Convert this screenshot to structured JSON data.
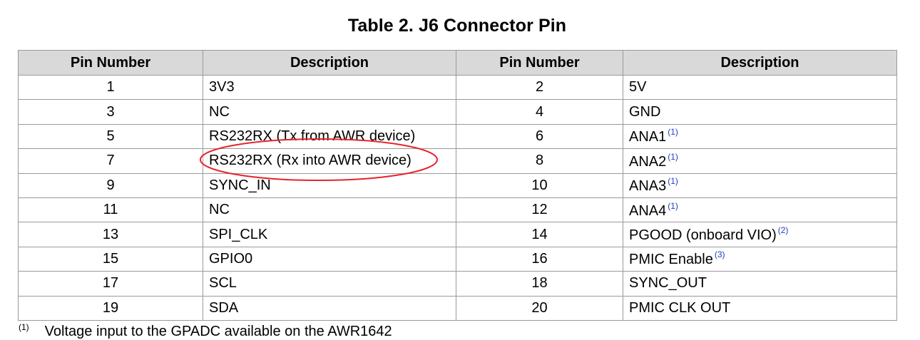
{
  "title": "Table 2. J6 Connector Pin",
  "headers": [
    "Pin Number",
    "Description",
    "Pin Number",
    "Description"
  ],
  "rows": [
    {
      "pin_a": "1",
      "desc_a": "3V3",
      "pin_b": "2",
      "desc_b": "5V",
      "note_b": ""
    },
    {
      "pin_a": "3",
      "desc_a": "NC",
      "pin_b": "4",
      "desc_b": "GND",
      "note_b": ""
    },
    {
      "pin_a": "5",
      "desc_a": "RS232RX (Tx from AWR device)",
      "pin_b": "6",
      "desc_b": "ANA1",
      "note_b": "(1)"
    },
    {
      "pin_a": "7",
      "desc_a": "RS232RX (Rx into AWR device)",
      "pin_b": "8",
      "desc_b": "ANA2",
      "note_b": "(1)"
    },
    {
      "pin_a": "9",
      "desc_a": "SYNC_IN",
      "pin_b": "10",
      "desc_b": "ANA3",
      "note_b": "(1)"
    },
    {
      "pin_a": "11",
      "desc_a": "NC",
      "pin_b": "12",
      "desc_b": "ANA4",
      "note_b": "(1)"
    },
    {
      "pin_a": "13",
      "desc_a": "SPI_CLK",
      "pin_b": "14",
      "desc_b": "PGOOD (onboard VIO)",
      "note_b": "(2)"
    },
    {
      "pin_a": "15",
      "desc_a": "GPIO0",
      "pin_b": "16",
      "desc_b": "PMIC Enable",
      "note_b": "(3)"
    },
    {
      "pin_a": "17",
      "desc_a": "SCL",
      "pin_b": "18",
      "desc_b": "SYNC_OUT",
      "note_b": ""
    },
    {
      "pin_a": "19",
      "desc_a": "SDA",
      "pin_b": "20",
      "desc_b": "PMIC CLK OUT",
      "note_b": ""
    }
  ],
  "footnote": {
    "mark": "(1)",
    "text": "Voltage input to the GPADC available on the AWR1642"
  },
  "annotation": {
    "shape": "ellipse",
    "color": "#e8222e",
    "target_row": 4
  }
}
